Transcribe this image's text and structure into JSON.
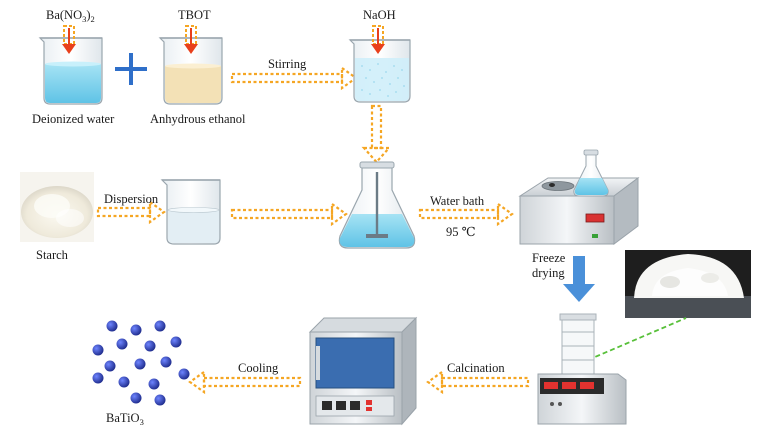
{
  "reagents": {
    "ba": {
      "main": "Ba(NO",
      "sub1": "3",
      "close": ")",
      "sub2": "2"
    },
    "tbot": "TBOT",
    "naoh": "NaOH"
  },
  "labels": {
    "deionized_water": "Deionized water",
    "anhydrous_ethanol": "Anhydrous ethanol",
    "starch": "Starch"
  },
  "steps": {
    "stirring": "Stirring",
    "dispersion": "Dispersion",
    "water_bath": "Water bath",
    "water_bath_temp": "95 ℃",
    "freeze_line1": "Freeze",
    "freeze_line2": "drying",
    "calcination": "Calcination",
    "cooling": "Cooling"
  },
  "product": {
    "main": "BaTiO",
    "sub": "3"
  },
  "colors": {
    "arrow_orange": "#f5a623",
    "arrow_red": "#e8401c",
    "water_blue": "#7fd3ec",
    "ethanol_tan": "#f3e1b6",
    "plus_blue": "#2f6fc9",
    "freeze_arrow_blue": "#4a90d9",
    "furnace_blue": "#3a6db0",
    "particle_blue": "#2a3fb0",
    "dashed_green": "#58c03a"
  }
}
